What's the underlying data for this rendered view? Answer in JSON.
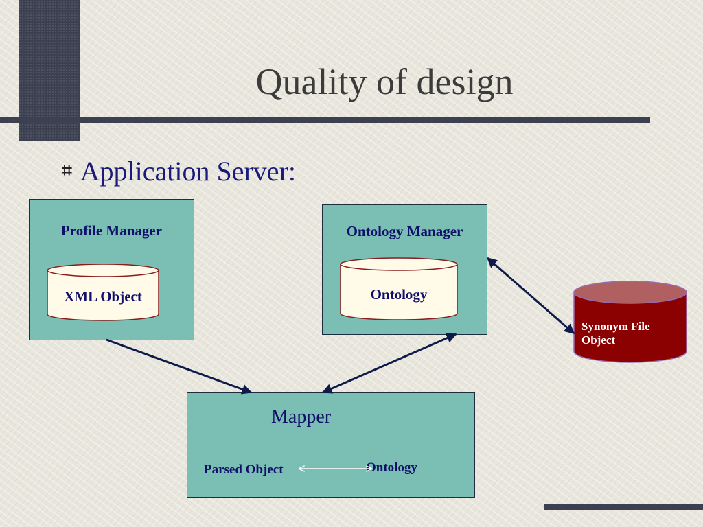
{
  "slide": {
    "title": "Quality of design",
    "bullet": "Application Server:"
  },
  "profile_manager": {
    "label": "Profile Manager",
    "store": "XML Object"
  },
  "ontology_manager": {
    "label": "Ontology Manager",
    "store": "Ontology"
  },
  "synonym_store": {
    "line1": "Synonym File",
    "line2": "Object"
  },
  "mapper": {
    "label": "Mapper",
    "left_item": "Parsed Object",
    "right_item": "Ontology"
  },
  "colors": {
    "box_fill": "#7bbfb4",
    "cylinder_fill": "#fffbe8",
    "synonym_fill": "#8b0000",
    "text": "#10106a",
    "arrow": "#0e1a4a"
  },
  "icons": {
    "bullet": "hash-bullet-icon"
  }
}
